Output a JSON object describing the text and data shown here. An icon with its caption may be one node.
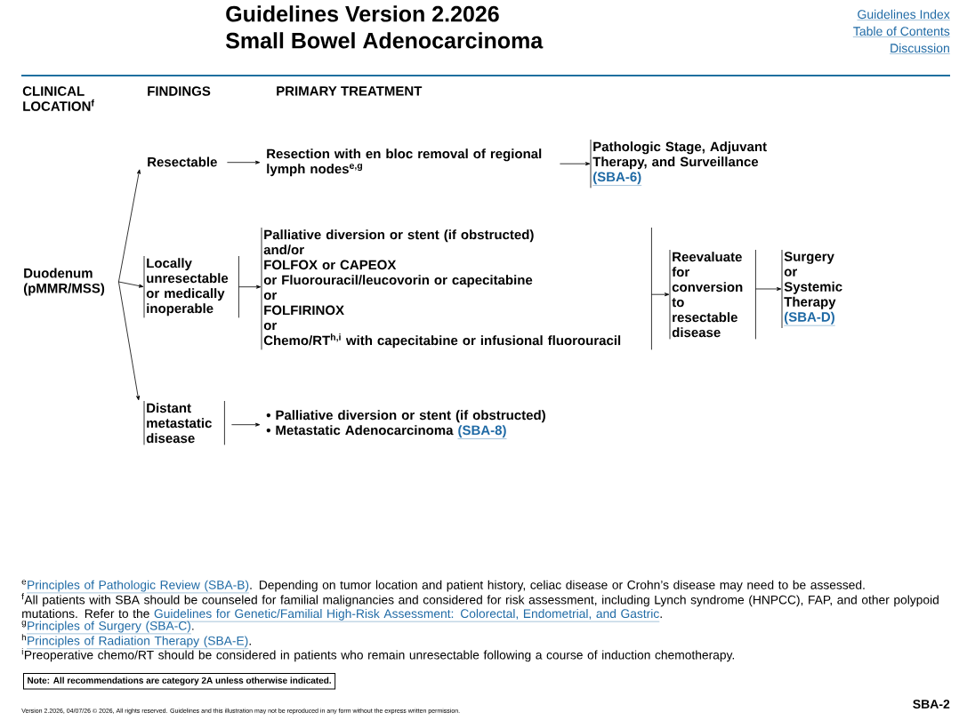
{
  "diagram": {
    "title": "Small Bowel Adenocarcinoma",
    "nodes": [
      {
        "text": [
          "Duodenum (pMMR/MSS)"
        ]
      },
      {
        "text": [
          "Resectable"
        ]
      },
      {
        "text": [
          "Resection with en bloc removal of regional lymph nodes$^{e,g}$"
        ]
      },
      {
        "text": [
          "Pathologic Stage, Adjuvant Therapy, and Surveillance",
          "(SBA-6)"
        ]
      },
      {
        "text": [
          "Locally unresectable or medically inoperable"
        ]
      },
      {
        "text": [
          "Palliative diversion or stent (if obstructed)",
          "and/or",
          "FOLFOX or CAPEOX",
          "or Fluorouracil/leucovorin or capecitabine",
          "or",
          "FOLFIRINOX",
          "or",
          "Chemo/RT$^{h,i}$ with capecitabine or infusional fluorouracil"
        ]
      },
      {
        "text": [
          "Reevaluate for conversion to resectable disease"
        ]
      },
      {
        "text": [
          "Surgery or Systemic Therapy",
          "(SBA-D)"
        ]
      },
      {
        "text": [
          "Distant metastatic disease"
        ]
      },
      {
        "text": [
          "• Palliative diversion or stent (if obstructed)",
          "• Metastatic Adenocarcinoma",
          "(SBA-8)"
        ]
      }
    ],
    "edges": [
      {
        "from": 0,
        "to": 1,
        "arrow": "to"
      },
      {
        "from": 0,
        "to": 4,
        "arrow": "to"
      },
      {
        "from": 0,
        "to": 8,
        "arrow": "to"
      },
      {
        "from": 1,
        "to": 2,
        "arrow": "to"
      },
      {
        "from": 2,
        "to": 3,
        "arrow": "to"
      },
      {
        "from": 4,
        "to": 5,
        "arrow": "to"
      },
      {
        "from": 5,
        "to": 6,
        "arrow": "to"
      },
      {
        "from": 6,
        "to": 7,
        "arrow": "to"
      },
      {
        "from": 8,
        "to": 9,
        "arrow": "to"
      }
    ],
    "labels": [
      "Guidelines Version 2.2026",
      "Guidelines Index",
      "Table of Contents",
      "Discussion",
      "CLINICAL LOCATION$^{f}$",
      "FINDINGS",
      "PRIMARY TREATMENT",
      "e",
      "Principles of Pathologic Review (SBA-B)",
      ". Depending on tumor location and patient history, celiac disease or Crohn’s disease may need to be assessed.",
      "f",
      "All patients with SBA should be counseled for familial malignancies and considered for risk assessment, including Lynch syndrome (HNPCC), FAP, and other polypoid mutations. Refer to the",
      "Guidelines for Genetic/Familial High-Risk Assessment: Colorectal, Endometrial, and Gastric",
      ".",
      "g",
      "Principles of Surgery (SBA-C)",
      ".",
      "h",
      "Principles of Radiation Therapy (SBA-E)",
      ".",
      "i",
      "Preoperative chemo/RT should be considered in patients who remain unresectable following a course of induction chemotherapy.",
      "Note: All recommendations are category 2A unless otherwise indicated.",
      "Version 2.2026, 04/07/26 © 2026, All rights reserved. Guidelines and this illustration may not be reproduced in any form without the express written permission.",
      "SBA-2"
    ]
  }
}
